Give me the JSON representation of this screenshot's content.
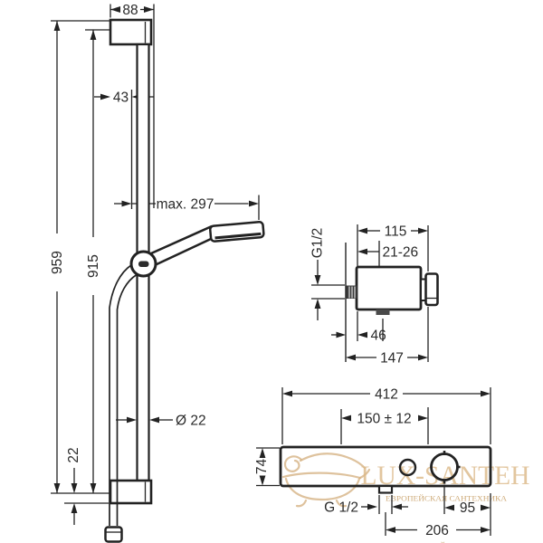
{
  "watermark": {
    "title": "LUX-SANTEH",
    "subtitle": "ЕВРОПЕЙСКАЯ САНТЕХНИКА",
    "accent_color": "#d6b384"
  },
  "rail_drawing": {
    "bracket_width": "88",
    "holder_offset": "43",
    "hand_shower_reach": "max. 297",
    "total_height": "959",
    "bar_height": "915",
    "bar_diameter": "Ø 22",
    "bottom_gap": "22"
  },
  "valve_side_view": {
    "depth": "115",
    "wall_clearance": "21-26",
    "thread_size": "G1/2",
    "outlet_offset": "46",
    "total_depth": "147"
  },
  "valve_front_view": {
    "total_width": "412",
    "inlet_spacing": "150 ± 12",
    "body_height": "74",
    "thread_size": "G 1/2",
    "handle_offset": "95",
    "outlet_offset": "206"
  }
}
